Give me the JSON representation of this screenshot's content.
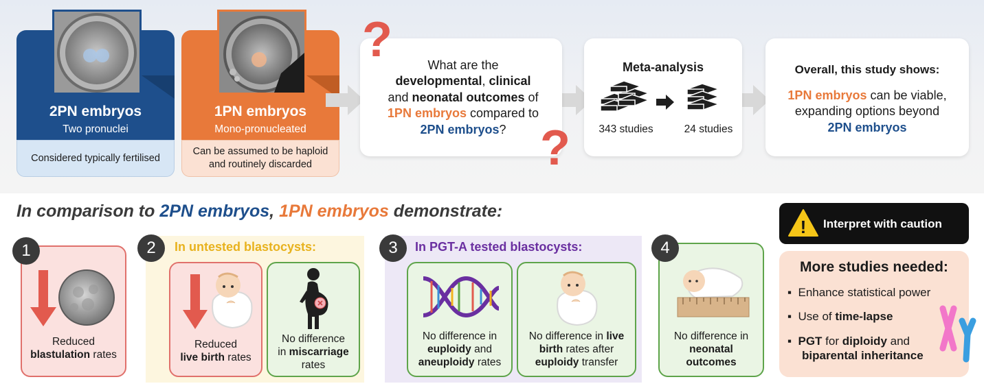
{
  "card_2pn": {
    "title": "2PN embryos",
    "subtitle": "Two pronuclei",
    "note": "Considered typically fertilised"
  },
  "card_1pn": {
    "title": "1PN embryos",
    "subtitle": "Mono-pronucleated",
    "note_line1": "Can be assumed to be haploid",
    "note_line2": "and routinely discarded"
  },
  "question": {
    "mark": "?",
    "line1": "What are the",
    "developmental": "developmental",
    "comma1": ",",
    "clinical": "clinical",
    "and": "and",
    "neonatal": "neonatal outcomes",
    "of": "of",
    "one_pn": "1PN embryos",
    "compared": "compared to",
    "two_pn": "2PN embryos",
    "qmark": "?"
  },
  "meta": {
    "title": "Meta-analysis",
    "studies_before": "343 studies",
    "studies_after": "24 studies"
  },
  "overall": {
    "title": "Overall, this study shows:",
    "one_pn": "1PN embryos",
    "line1_rest": "can be viable,",
    "line2": "expanding options beyond",
    "two_pn": "2PN embryos"
  },
  "headline": {
    "part1": "In comparison to ",
    "two_pn": "2PN embryos",
    "comma": ", ",
    "one_pn": "1PN embryos",
    "part2": " demonstrate:"
  },
  "finding1": {
    "number": "1",
    "line1": "Reduced",
    "line2": "blastulation",
    "line2_rest": " rates"
  },
  "finding2": {
    "number": "2",
    "heading": "In untested blastocysts:",
    "a_line1": "Reduced",
    "a_line2": "live birth",
    "a_line2_rest": " rates",
    "b_line1": "No difference",
    "b_line2_pre": "in ",
    "b_line2": "miscarriage",
    "b_line3": "rates"
  },
  "finding3": {
    "number": "3",
    "heading": "In PGT-A tested blastocysts:",
    "a_line1": "No difference in",
    "a_line2": "euploidy",
    "a_line2_rest": " and",
    "a_line3": "aneuploidy",
    "a_line3_rest": " rates",
    "b_line1_pre": "No difference in ",
    "b_line1": "live",
    "b_line2": "birth",
    "b_line2_rest": " rates after",
    "b_line3": "euploidy",
    "b_line3_rest": " transfer"
  },
  "finding4": {
    "number": "4",
    "line1": "No difference in",
    "line2": "neonatal",
    "line3": "outcomes"
  },
  "caution": {
    "label": "Interpret with caution",
    "warn": "!"
  },
  "more_studies": {
    "title": "More studies needed:",
    "item1": "Enhance statistical power",
    "item2_pre": "Use of ",
    "item2": "time-lapse",
    "item3": "PGT",
    "item3_mid": " for ",
    "item3_b": "diploidy",
    "item3_rest": " and",
    "item3_line2": "biparental inheritance"
  },
  "colors": {
    "blue": "#1e4f8c",
    "orange": "#e8793a",
    "purple": "#6a2fa0",
    "red": "#e25a4e",
    "green": "#5ea44a"
  }
}
